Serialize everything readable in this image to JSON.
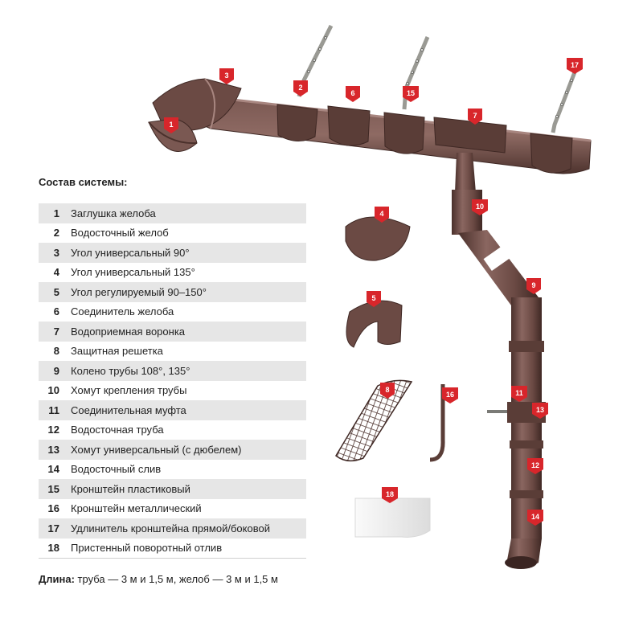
{
  "heading": "Состав системы:",
  "components": [
    {
      "num": "1",
      "label": "Заглушка желоба"
    },
    {
      "num": "2",
      "label": "Водосточный желоб"
    },
    {
      "num": "3",
      "label": "Угол универсальный 90°"
    },
    {
      "num": "4",
      "label": "Угол универсальный 135°"
    },
    {
      "num": "5",
      "label": "Угол регулируемый 90–150°"
    },
    {
      "num": "6",
      "label": "Соединитель желоба"
    },
    {
      "num": "7",
      "label": "Водоприемная воронка"
    },
    {
      "num": "8",
      "label": "Защитная решетка"
    },
    {
      "num": "9",
      "label": "Колено трубы 108°, 135°"
    },
    {
      "num": "10",
      "label": "Хомут крепления трубы"
    },
    {
      "num": "11",
      "label": "Соединительная муфта"
    },
    {
      "num": "12",
      "label": "Водосточная труба"
    },
    {
      "num": "13",
      "label": "Хомут универсальный (с дюбелем)"
    },
    {
      "num": "14",
      "label": "Водосточный слив"
    },
    {
      "num": "15",
      "label": "Кронштейн пластиковый"
    },
    {
      "num": "16",
      "label": "Кронштейн металлический"
    },
    {
      "num": "17",
      "label": "Удлинитель кронштейна прямой/боковой"
    },
    {
      "num": "18",
      "label": "Пристенный поворотный отлив"
    }
  ],
  "footer": {
    "label": "Длина:",
    "text": " труба — 3 м и 1,5 м, желоб — 3 м и 1,5 м"
  },
  "colors": {
    "product": "#6b4a44",
    "product_dark": "#4a302b",
    "product_light": "#8a6660",
    "tag": "#d8262b",
    "bracket_metal": "#9a9a94",
    "row_shade": "#e6e6e6",
    "flashing": "#f1f1f1"
  }
}
